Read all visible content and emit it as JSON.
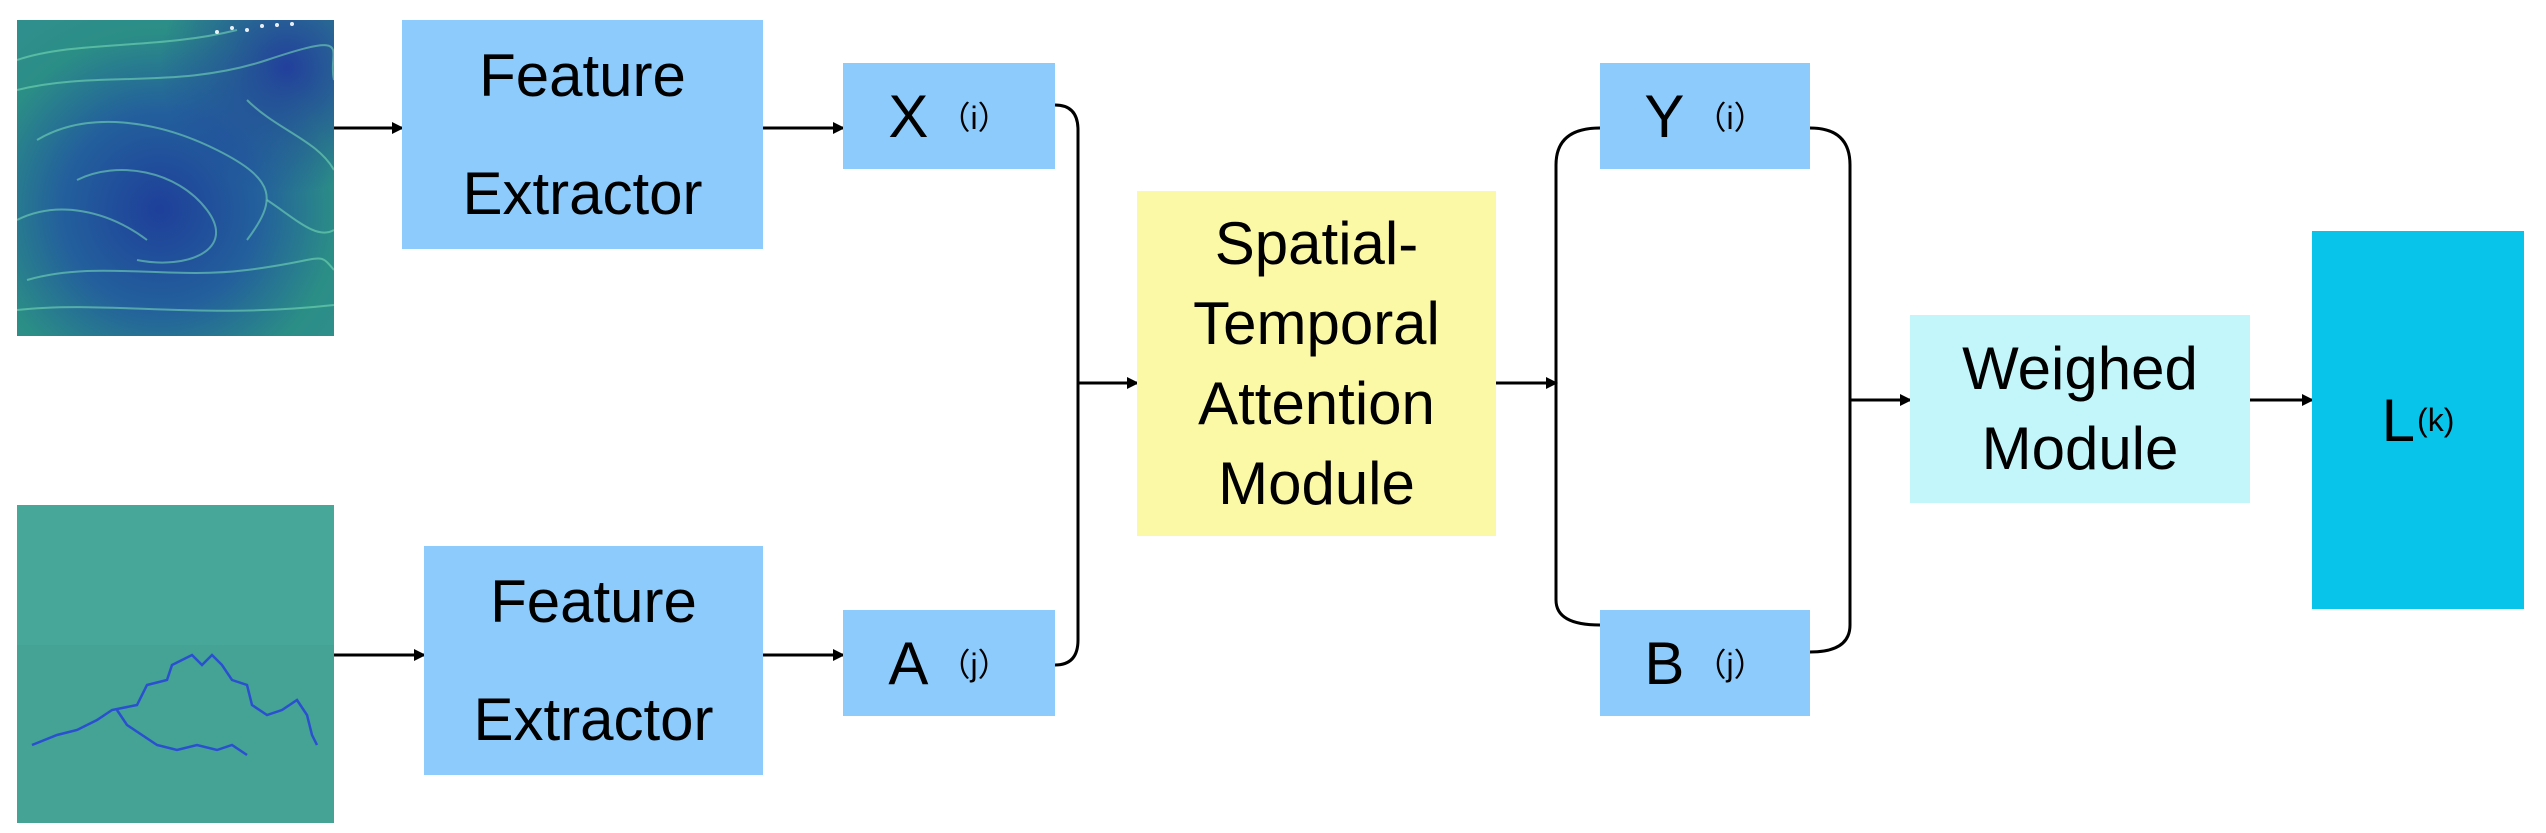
{
  "images": {
    "top": {
      "icon": "ocean-current-satellite-image"
    },
    "bottom": {
      "icon": "sea-ice-satellite-image"
    }
  },
  "feature_extractor_top": {
    "line1": "Feature",
    "line2": "Extractor"
  },
  "feature_extractor_bottom": {
    "line1": "Feature",
    "line2": "Extractor"
  },
  "x_node": {
    "label": "X",
    "sup": "（i）"
  },
  "a_node": {
    "label": "A",
    "sup": "（j）"
  },
  "attention": {
    "line1": "Spatial-",
    "line2": "Temporal",
    "line3": "Attention",
    "line4": "Module"
  },
  "y_node": {
    "label": "Y",
    "sup": "（i）"
  },
  "b_node": {
    "label": "B",
    "sup": "（j）"
  },
  "weighed": {
    "line1": "Weighed",
    "line2": "Module"
  },
  "output": {
    "label": "L",
    "sup": "(k)"
  },
  "colors": {
    "box_blue": "#8ccbfb",
    "attention_yellow": "#fbf8a6",
    "weighed_cyan": "#c2f6fb",
    "output_blue": "#09c4ea"
  }
}
